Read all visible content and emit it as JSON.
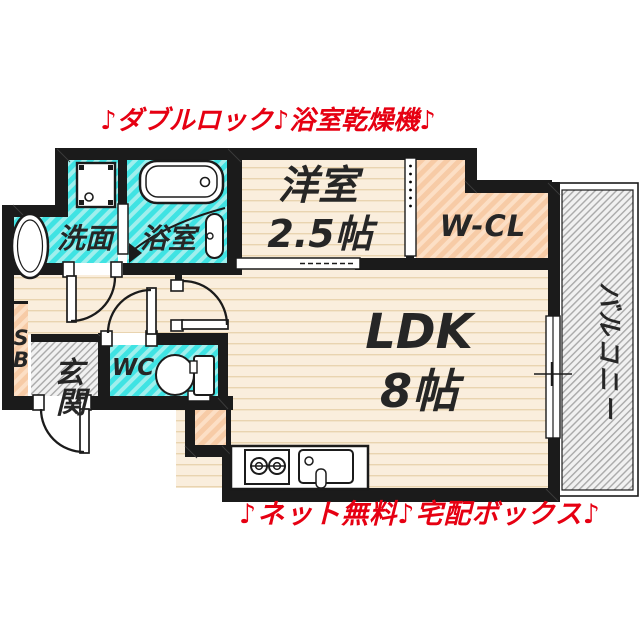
{
  "banners": {
    "top": "♪ダブルロック♪浴室乾燥機♪",
    "bottom": "♪ネット無料♪宅配ボックス♪"
  },
  "rooms": {
    "washroom": "洗面",
    "bathroom": "浴室",
    "western_name": "洋室",
    "western_size": "2.5帖",
    "closet": "W-CL",
    "ldk_name": "LDK",
    "ldk_size": "8帖",
    "toilet": "WC",
    "entrance_char_1": "玄",
    "entrance_char_2": "関",
    "shoebox_char_1": "S",
    "shoebox_char_2": "B",
    "balcony": "バルコニー"
  },
  "colors": {
    "red": "#e60012",
    "wall": "#1b1b1b",
    "label": "#262626",
    "floor-cream": "#faeedd",
    "floor-cream-line": "#e9d4b0",
    "wet-cyan": "#3fe3e3",
    "wet-cyan-stripe": "#9fefed",
    "storage-salmon": "#f7cba6",
    "storage-salmon-stripe": "#fcdfc5",
    "hatch-bg": "#f1f1f1",
    "hatch-line": "#a9a9a9"
  }
}
